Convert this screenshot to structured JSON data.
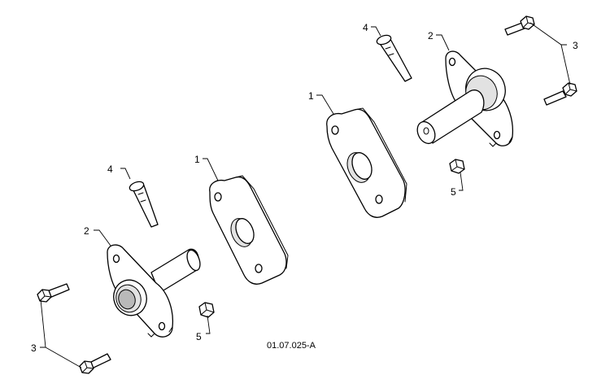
{
  "figure": {
    "drawing_code": "01.07.025-A",
    "callouts": {
      "spacer": "1",
      "bearing_flange": "2",
      "flange_bolt": "3",
      "pin": "4",
      "nut": "5"
    }
  }
}
